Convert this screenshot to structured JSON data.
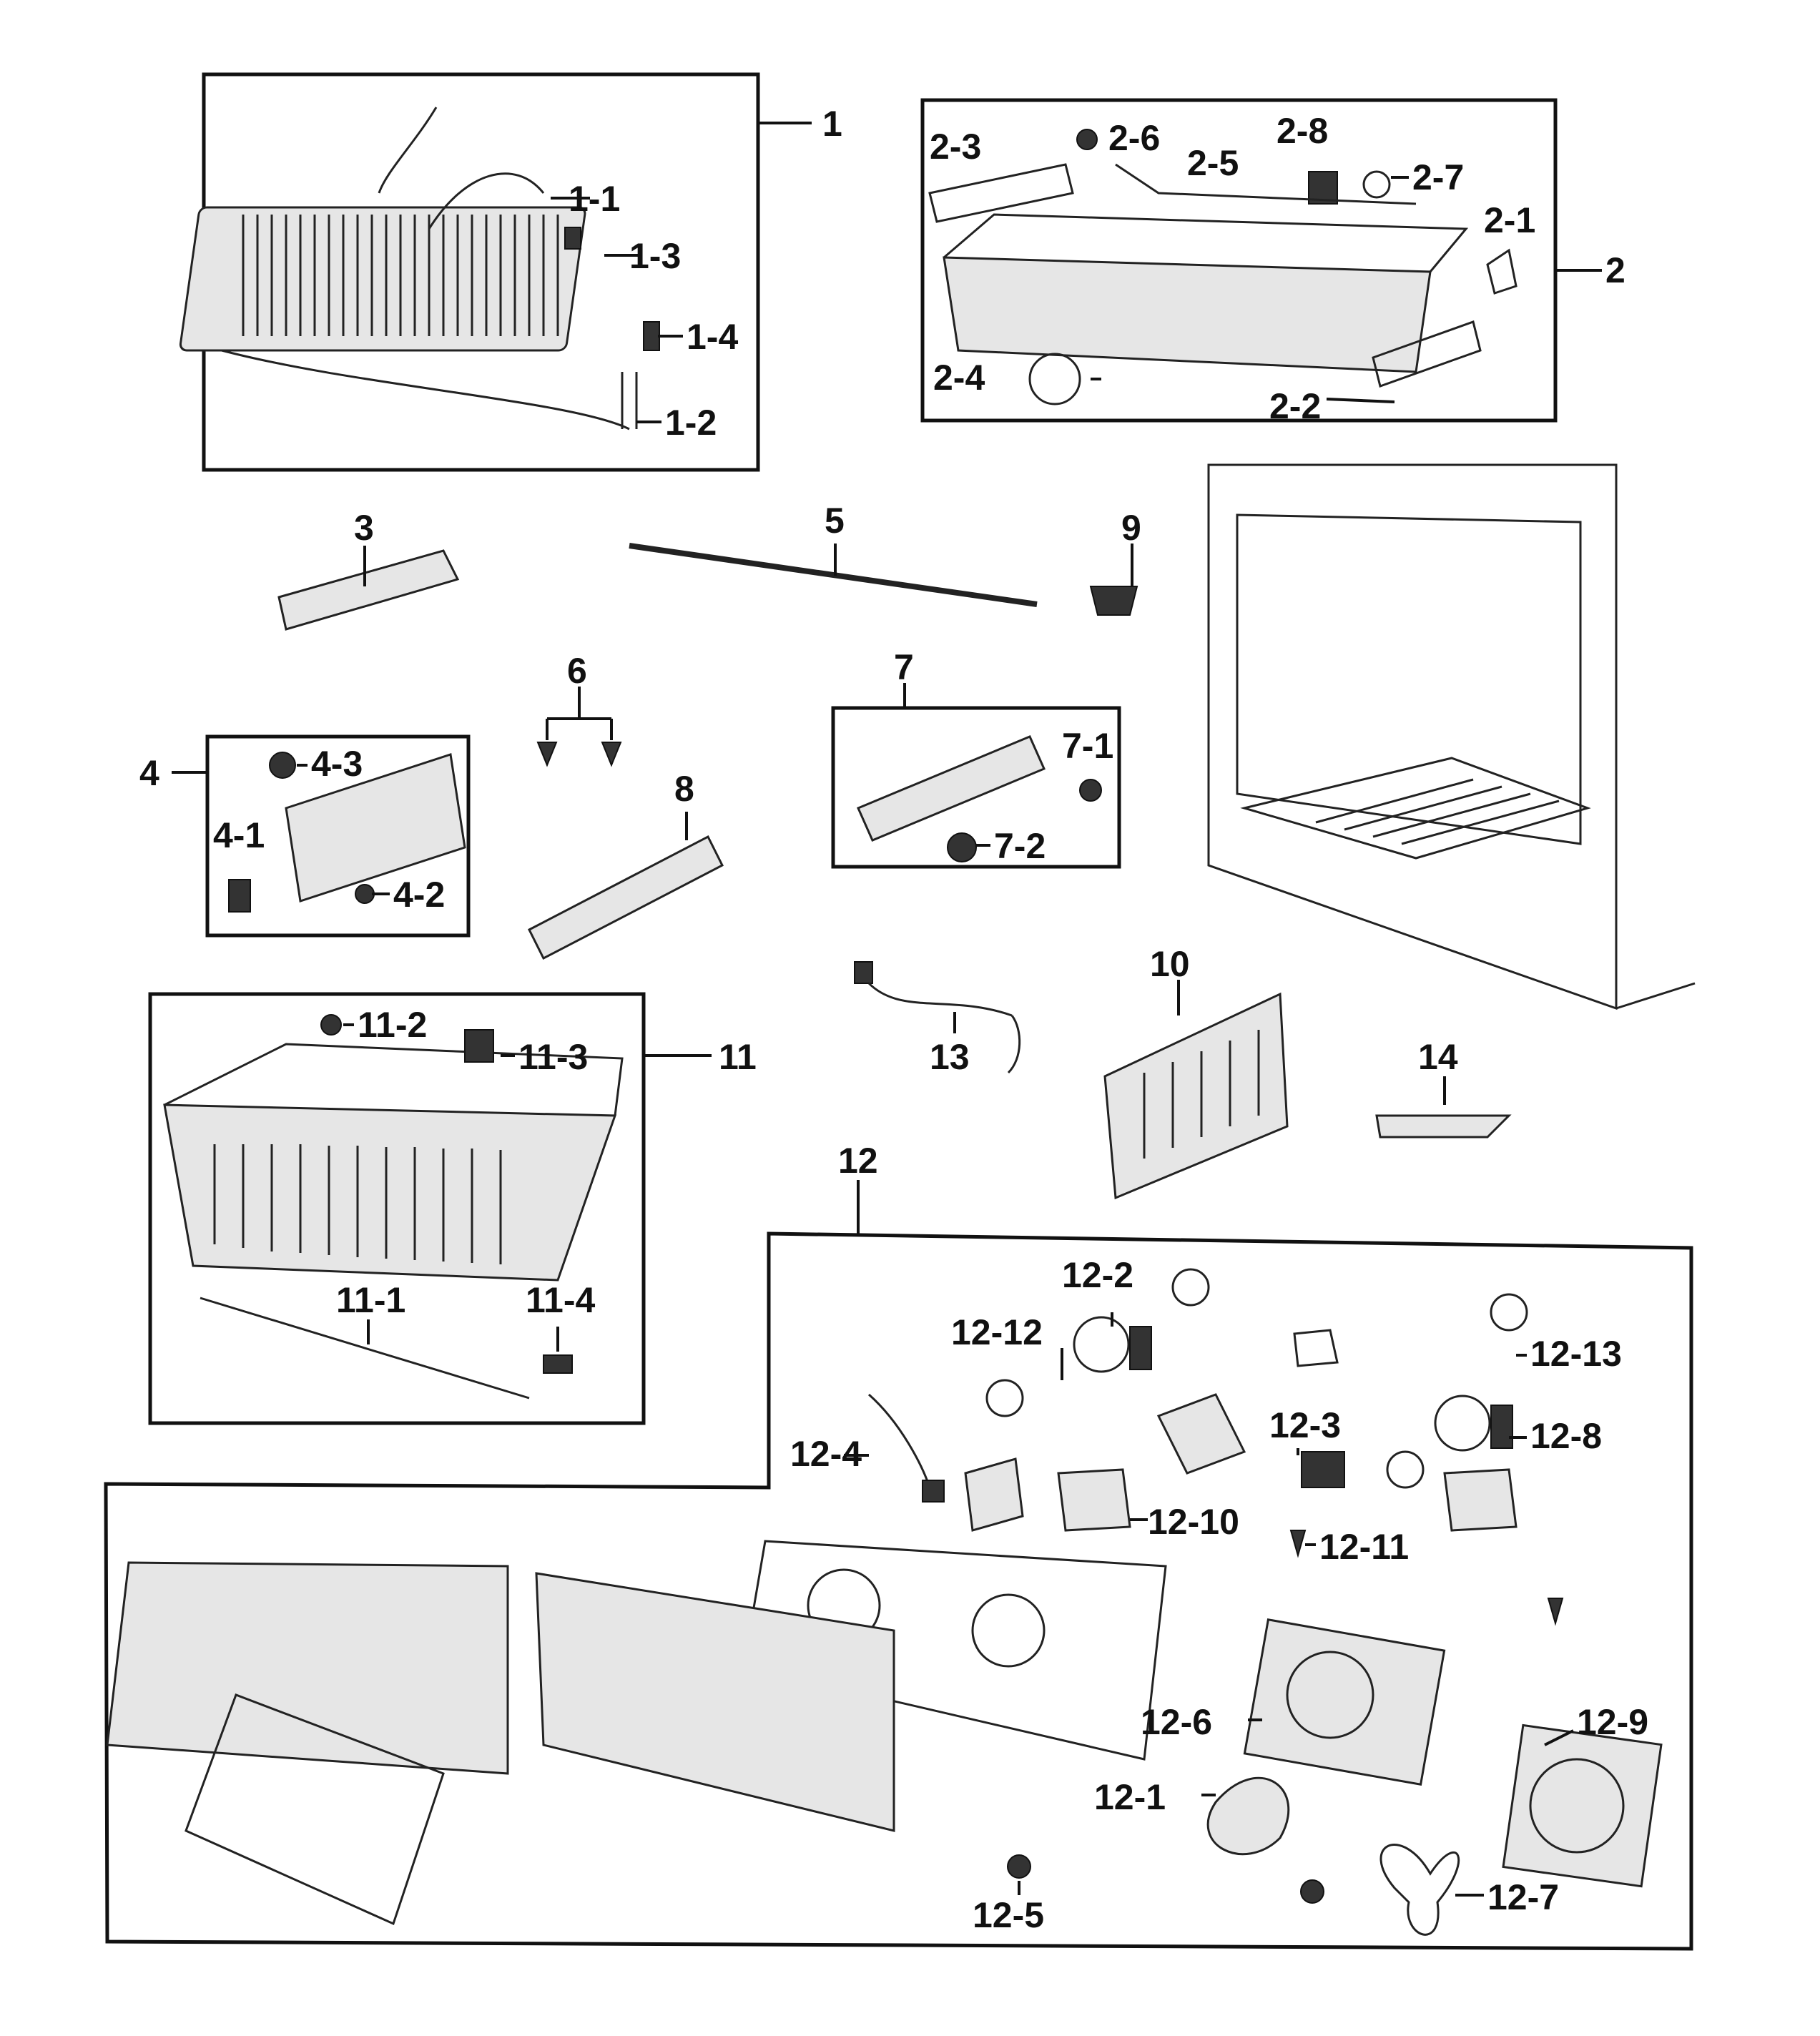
{
  "labels": {
    "p1": "1",
    "p1_1": "1-1",
    "p1_2": "1-2",
    "p1_3": "1-3",
    "p1_4": "1-4",
    "p2": "2",
    "p2_1": "2-1",
    "p2_2": "2-2",
    "p2_3": "2-3",
    "p2_4": "2-4",
    "p2_5": "2-5",
    "p2_6": "2-6",
    "p2_7": "2-7",
    "p2_8": "2-8",
    "p3": "3",
    "p4": "4",
    "p4_1": "4-1",
    "p4_2": "4-2",
    "p4_3": "4-3",
    "p5": "5",
    "p6": "6",
    "p7": "7",
    "p7_1": "7-1",
    "p7_2": "7-2",
    "p8": "8",
    "p9": "9",
    "p10": "10",
    "p11": "11",
    "p11_1": "11-1",
    "p11_2": "11-2",
    "p11_3": "11-3",
    "p11_4": "11-4",
    "p12": "12",
    "p12_1": "12-1",
    "p12_2": "12-2",
    "p12_3": "12-3",
    "p12_4": "12-4",
    "p12_5": "12-5",
    "p12_6": "12-6",
    "p12_7": "12-7",
    "p12_8": "12-8",
    "p12_9": "12-9",
    "p12_10": "12-10",
    "p12_11": "12-11",
    "p12_12": "12-12",
    "p12_13": "12-13",
    "p13": "13",
    "p14": "14"
  }
}
